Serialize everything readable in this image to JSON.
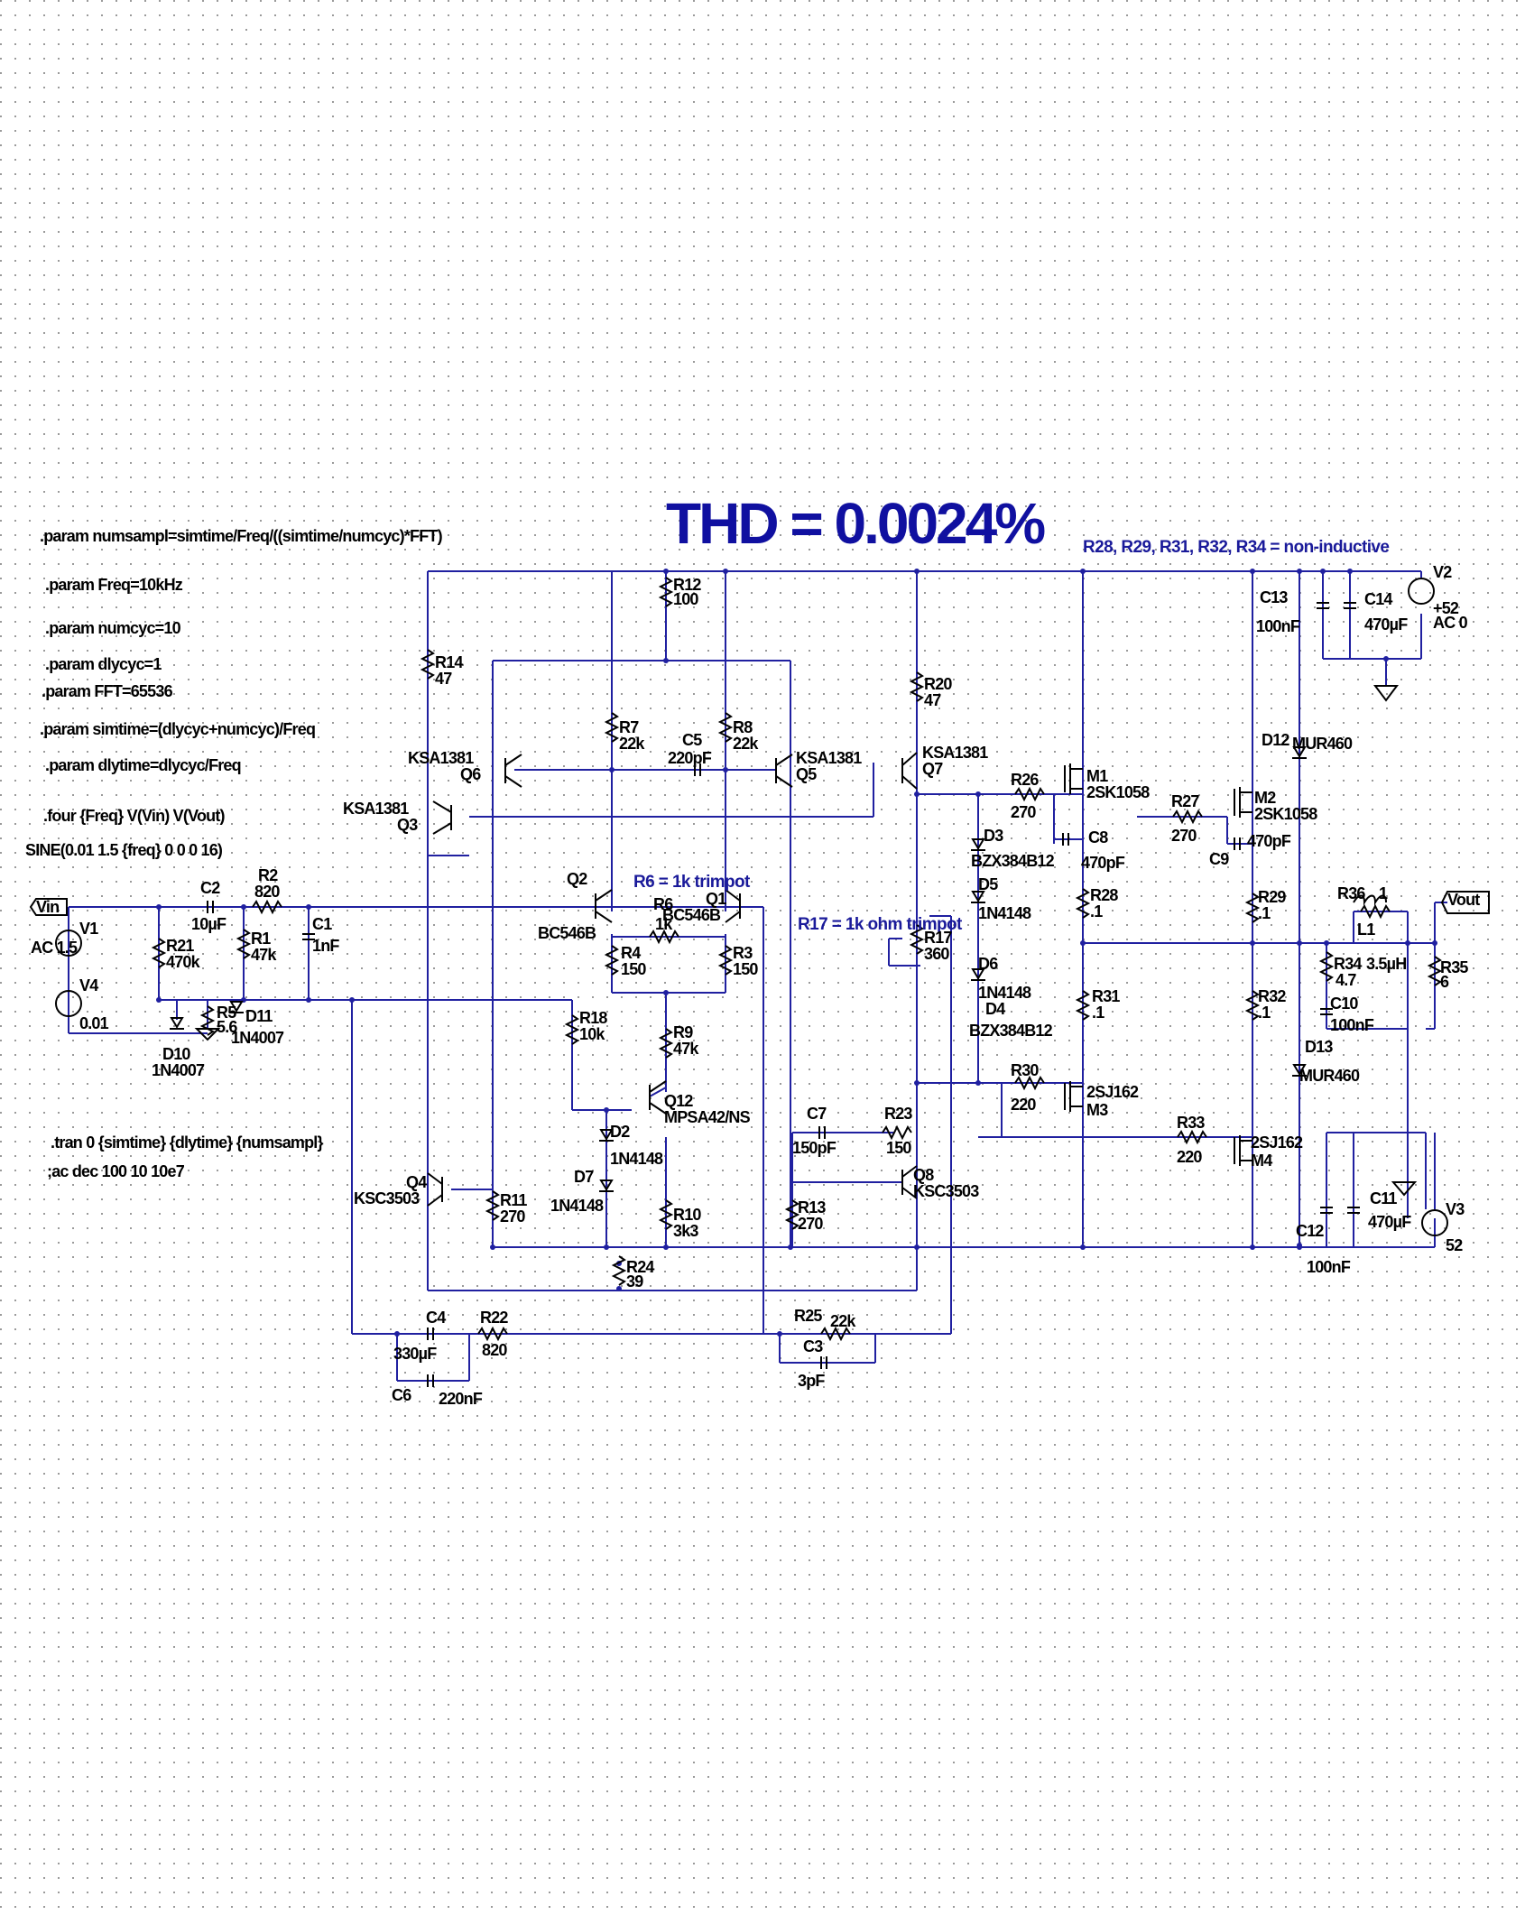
{
  "title": "THD = 0.0024%",
  "notes": {
    "noninductive": "R28, R29, R31, R32, R34 = non-inductive",
    "r6_trim": "R6 = 1k trimpot",
    "r17_trim": "R17 = 1k ohm trimpot"
  },
  "directives": [
    ".param numsampl=simtime/Freq/((simtime/numcyc)*FFT)",
    ".param Freq=10kHz",
    ".param numcyc=10",
    ".param dlycyc=1",
    ".param FFT=65536",
    ".param simtime=(dlycyc+numcyc)/Freq",
    ".param dlytime=dlycyc/Freq",
    ".four {Freq} V(Vin) V(Vout)",
    "SINE(0.01 1.5 {freq} 0 0 0 16)",
    ".tran 0 {simtime} {dlytime} {numsampl}",
    ";ac dec 100 10 10e7"
  ],
  "nets": {
    "vin": "Vin",
    "vout": "Vout"
  },
  "sources": {
    "V1": {
      "name": "V1",
      "value": "AC 1.5"
    },
    "V4": {
      "name": "V4",
      "value": "0.01"
    },
    "V2": {
      "name": "V2",
      "value": "+52",
      "extra": "AC 0"
    },
    "V3": {
      "name": "V3",
      "value": "52"
    }
  },
  "resistors": {
    "R1": {
      "name": "R1",
      "value": "47k"
    },
    "R2": {
      "name": "R2",
      "value": "820"
    },
    "R3": {
      "name": "R3",
      "value": "150"
    },
    "R4": {
      "name": "R4",
      "value": "150"
    },
    "R5": {
      "name": "R5",
      "value": "5.6"
    },
    "R6": {
      "name": "R6",
      "value": "1k"
    },
    "R7": {
      "name": "R7",
      "value": "22k"
    },
    "R8": {
      "name": "R8",
      "value": "22k"
    },
    "R9": {
      "name": "R9",
      "value": "47k"
    },
    "R10": {
      "name": "R10",
      "value": "3k3"
    },
    "R11": {
      "name": "R11",
      "value": "270"
    },
    "R12": {
      "name": "R12",
      "value": "100"
    },
    "R13": {
      "name": "R13",
      "value": "270"
    },
    "R14": {
      "name": "R14",
      "value": "47"
    },
    "R17": {
      "name": "R17",
      "value": "360"
    },
    "R18": {
      "name": "R18",
      "value": "10k"
    },
    "R20": {
      "name": "R20",
      "value": "47"
    },
    "R21": {
      "name": "R21",
      "value": "470k"
    },
    "R22": {
      "name": "R22",
      "value": "820"
    },
    "R23": {
      "name": "R23",
      "value": "150"
    },
    "R24": {
      "name": "R24",
      "value": "39"
    },
    "R25": {
      "name": "R25",
      "value": "22k"
    },
    "R26": {
      "name": "R26",
      "value": "270"
    },
    "R27": {
      "name": "R27",
      "value": "270"
    },
    "R28": {
      "name": "R28",
      "value": ".1"
    },
    "R29": {
      "name": "R29",
      "value": ".1"
    },
    "R30": {
      "name": "R30",
      "value": "220"
    },
    "R31": {
      "name": "R31",
      "value": ".1"
    },
    "R32": {
      "name": "R32",
      "value": ".1"
    },
    "R33": {
      "name": "R33",
      "value": "220"
    },
    "R34": {
      "name": "R34",
      "value": "4.7"
    },
    "R35": {
      "name": "R35",
      "value": "6"
    },
    "R36": {
      "name": "R36",
      "value": "1"
    }
  },
  "capacitors": {
    "C1": {
      "name": "C1",
      "value": "1nF"
    },
    "C2": {
      "name": "C2",
      "value": "10µF"
    },
    "C3": {
      "name": "C3",
      "value": "3pF"
    },
    "C4": {
      "name": "C4",
      "value": "330µF"
    },
    "C5": {
      "name": "C5",
      "value": "220pF"
    },
    "C6": {
      "name": "C6",
      "value": "220nF"
    },
    "C7": {
      "name": "C7",
      "value": "150pF"
    },
    "C8": {
      "name": "C8",
      "value": "470pF"
    },
    "C9": {
      "name": "C9",
      "value": "470pF"
    },
    "C10": {
      "name": "C10",
      "value": "100nF"
    },
    "C11": {
      "name": "C11",
      "value": "470µF"
    },
    "C12": {
      "name": "C12",
      "value": "100nF"
    },
    "C13": {
      "name": "C13",
      "value": "100nF"
    },
    "C14": {
      "name": "C14",
      "value": "470µF"
    }
  },
  "inductors": {
    "L1": {
      "name": "L1",
      "value": "3.5µH"
    }
  },
  "diodes": {
    "D2": {
      "name": "D2",
      "value": "1N4148"
    },
    "D3": {
      "name": "D3",
      "value": "BZX384B12"
    },
    "D4": {
      "name": "D4",
      "value": "BZX384B12"
    },
    "D5": {
      "name": "D5",
      "value": "1N4148"
    },
    "D6": {
      "name": "D6",
      "value": "1N4148"
    },
    "D7": {
      "name": "D7",
      "value": "1N4148"
    },
    "D10": {
      "name": "D10",
      "value": "1N4007"
    },
    "D11": {
      "name": "D11",
      "value": "1N4007"
    },
    "D12": {
      "name": "D12",
      "value": "MUR460"
    },
    "D13": {
      "name": "D13",
      "value": "MUR460"
    }
  },
  "transistors": {
    "Q1": {
      "name": "Q1",
      "value": "BC546B"
    },
    "Q2": {
      "name": "Q2",
      "value": "BC546B"
    },
    "Q3": {
      "name": "Q3",
      "value": "KSA1381"
    },
    "Q4": {
      "name": "Q4",
      "value": "KSC3503"
    },
    "Q5": {
      "name": "Q5",
      "value": "KSA1381"
    },
    "Q6": {
      "name": "Q6",
      "value": "KSA1381"
    },
    "Q7": {
      "name": "Q7",
      "value": "KSA1381"
    },
    "Q8": {
      "name": "Q8",
      "value": "KSC3503"
    },
    "Q12": {
      "name": "Q12",
      "value": "MPSA42/NS"
    }
  },
  "mosfets": {
    "M1": {
      "name": "M1",
      "value": "2SK1058"
    },
    "M2": {
      "name": "M2",
      "value": "2SK1058"
    },
    "M3": {
      "name": "M3",
      "value": "2SJ162"
    },
    "M4": {
      "name": "M4",
      "value": "2SJ162"
    }
  }
}
